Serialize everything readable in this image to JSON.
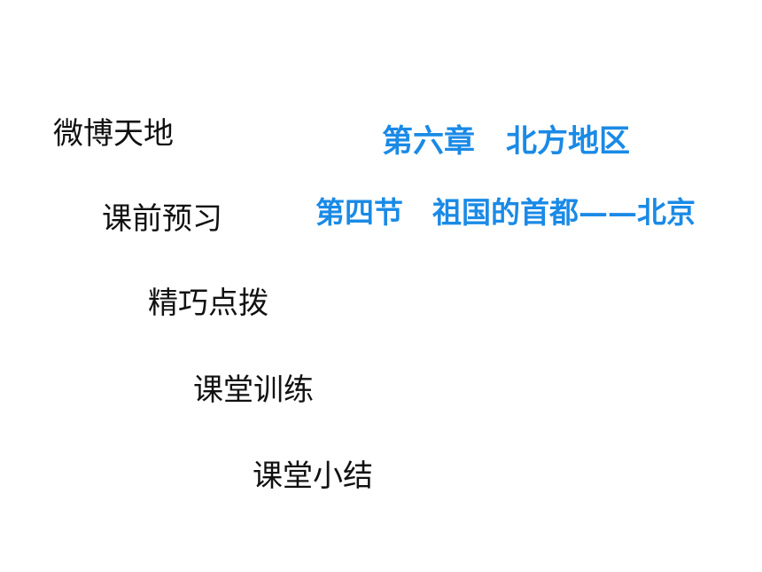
{
  "heading": {
    "chapter": "第六章　北方地区",
    "section": "第四节　祖国的首都——北京"
  },
  "menu": {
    "items": [
      "微博天地",
      "课前预习",
      "精巧点拨",
      "课堂训练",
      "课堂小结"
    ]
  },
  "colors": {
    "heading": "#1a8ae6",
    "menu_text": "#111111",
    "background": "#ffffff"
  }
}
